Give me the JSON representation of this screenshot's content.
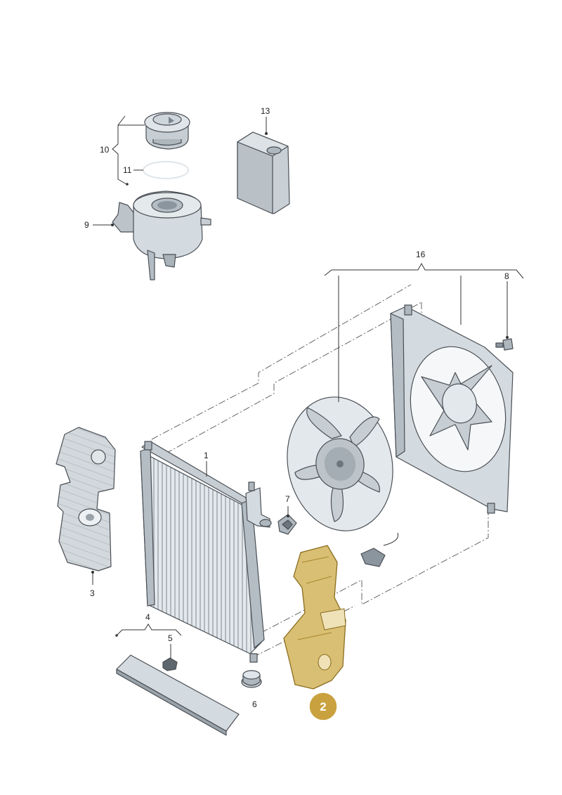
{
  "labels": {
    "p1": "1",
    "p3": "3",
    "p4": "4",
    "p5": "5",
    "p6": "6",
    "p7": "7",
    "p8": "8",
    "p9": "9",
    "p10": "10",
    "p11": "11",
    "p13": "13",
    "p16": "16"
  },
  "highlight": {
    "label": "2",
    "color": "#c9a13f"
  },
  "colors": {
    "part_fill": "#d4dbe0",
    "part_shade": "#b4bdc4",
    "part_dark": "#8b959d",
    "highlight_fill": "#d9bf73"
  }
}
